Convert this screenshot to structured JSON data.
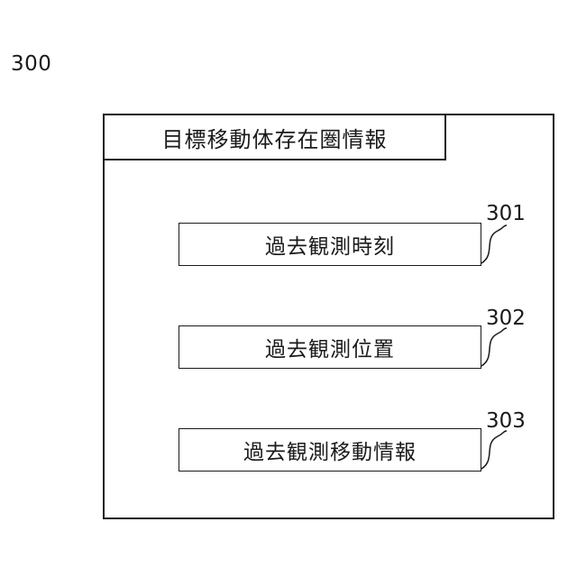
{
  "figure": {
    "ref_number": "300",
    "title": "目標移動体存在圏情報"
  },
  "items": [
    {
      "label": "過去観測時刻",
      "ref_number": "301"
    },
    {
      "label": "過去観測位置",
      "ref_number": "302"
    },
    {
      "label": "過去観測移動情報",
      "ref_number": "303"
    }
  ],
  "colors": {
    "line": "#1a1a1a",
    "background": "#ffffff"
  }
}
